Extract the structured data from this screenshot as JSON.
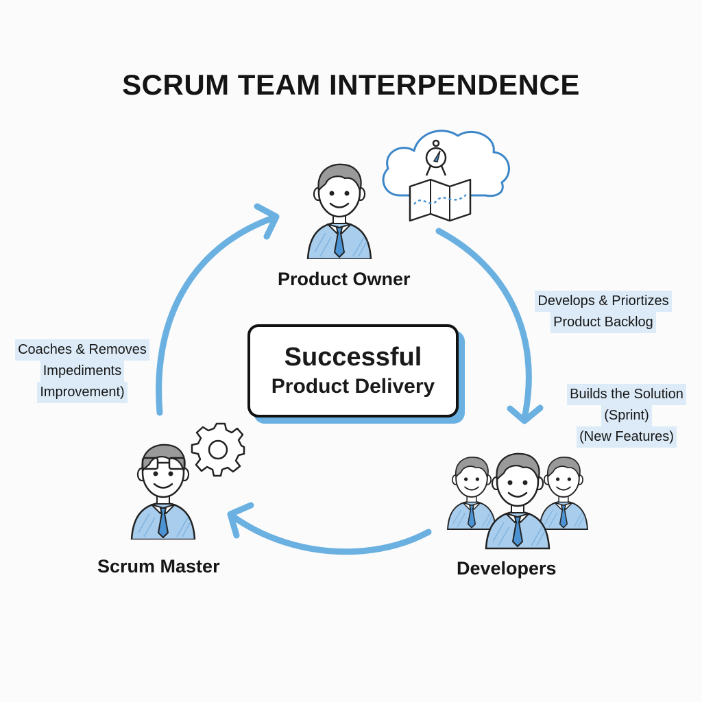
{
  "title": "SCRUM TEAM INTERPENDENCE",
  "center": {
    "line1": "Successful",
    "line2": "Product Delivery"
  },
  "roles": {
    "product_owner": "Product Owner",
    "scrum_master": "Scrum Master",
    "developers": "Developers"
  },
  "flows": {
    "po_to_dev": [
      "Develops & Priortizes",
      "Product Backlog"
    ],
    "dev_to_sm": [
      "Builds the Solution",
      "(Sprint)",
      "(New Features)"
    ],
    "sm_to_po": [
      "Coaches & Removes",
      "Impediments",
      "Improvement)"
    ]
  },
  "colors": {
    "arrow": "#6ab0e0",
    "shirt": "#a9cdec",
    "tie": "#4c93d3",
    "highlight": "#dcebf7"
  },
  "icons": [
    "compass-icon",
    "map-icon",
    "cloud-icon",
    "gear-icon",
    "person-icon",
    "team-icon"
  ]
}
